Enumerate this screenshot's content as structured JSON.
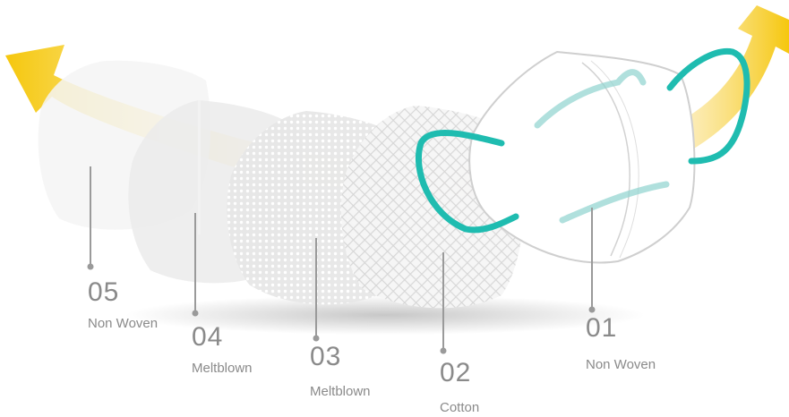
{
  "layers": [
    {
      "number": "01",
      "material": "Non Woven"
    },
    {
      "number": "02",
      "material": "Cotton"
    },
    {
      "number": "03",
      "material": "Meltblown"
    },
    {
      "number": "04",
      "material": "Meltblown"
    },
    {
      "number": "05",
      "material": "Non Woven"
    }
  ],
  "colors": {
    "arrow": "#f5c400",
    "strap": "#1fbcb0",
    "label": "#8a8a8a",
    "leader": "#9a9a9a"
  }
}
